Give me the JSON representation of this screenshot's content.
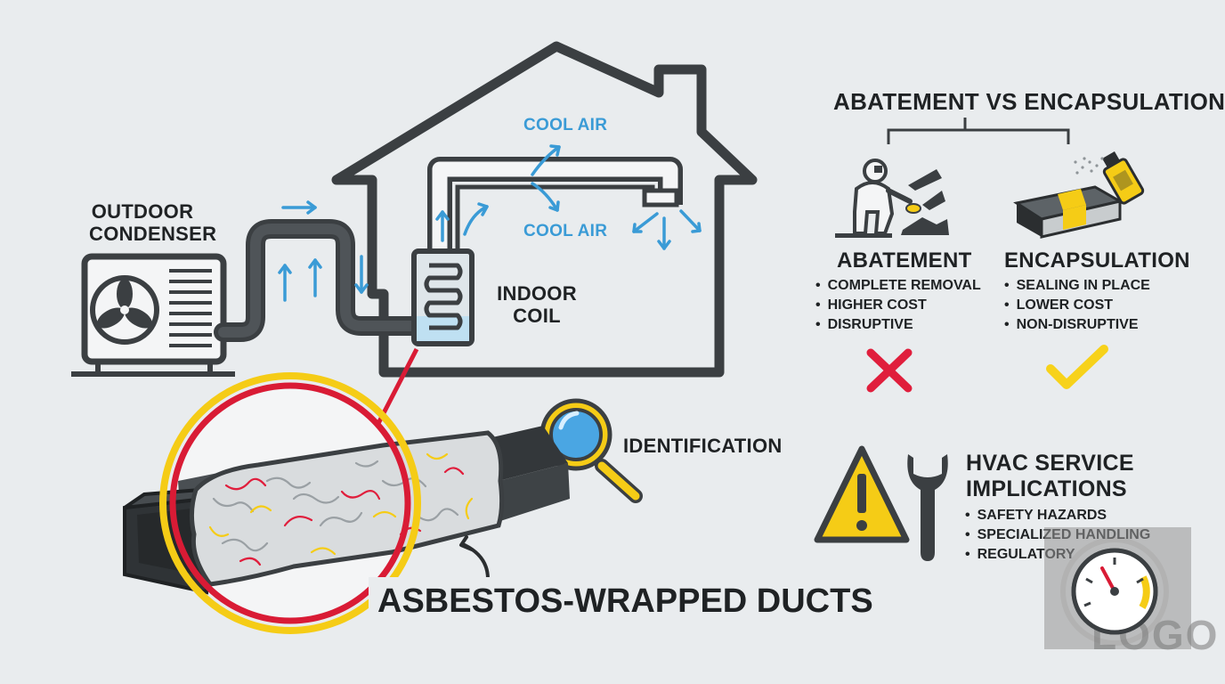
{
  "labels": {
    "outdoor_condenser": "OUTDOOR\nCONDENSER",
    "cool_air_top": "COOL AIR",
    "cool_air_bottom": "COOL AIR",
    "indoor_coil": "INDOOR\nCOIL",
    "identification": "IDENTIFICATION",
    "asbestos_ducts": "ASBESTOS-WRAPPED DUCTS"
  },
  "comparison": {
    "title": "ABATEMENT VS ENCAPSULATION",
    "abatement": {
      "heading": "ABATEMENT",
      "points": [
        "COMPLETE REMOVAL",
        "HIGHER COST",
        "DISRUPTIVE"
      ],
      "verdict_icon": "x-icon",
      "verdict_color": "#e01e3c"
    },
    "encapsulation": {
      "heading": "ENCAPSULATION",
      "points": [
        "SEALING IN PLACE",
        "LOWER COST",
        "NON-DISRUPTIVE"
      ],
      "verdict_icon": "check-icon",
      "verdict_color": "#f7d21a"
    }
  },
  "hvac_service": {
    "title": "HVAC SERVICE\nIMPLICATIONS",
    "points": [
      "SAFETY HAZARDS",
      "SPECIALIZED HANDLING",
      "REGULATORY"
    ]
  },
  "watermark": {
    "text": "LOGO",
    "icon": "gauge-icon"
  },
  "colors": {
    "outline": "#3b3f42",
    "air_blue": "#3a9bd6",
    "warning_yellow": "#f5cc16",
    "callout_red": "#d91b35"
  }
}
